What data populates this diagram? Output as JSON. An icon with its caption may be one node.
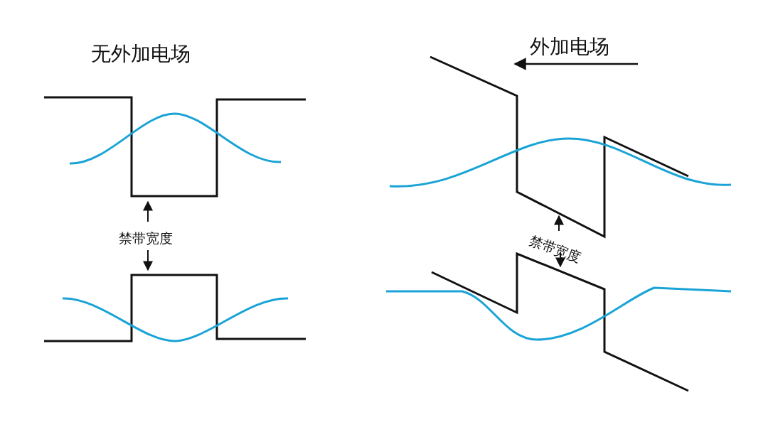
{
  "diagram": {
    "labels": [
      "无外加电场",
      "外加电场",
      "禁带宽度",
      "禁带宽度"
    ]
  }
}
